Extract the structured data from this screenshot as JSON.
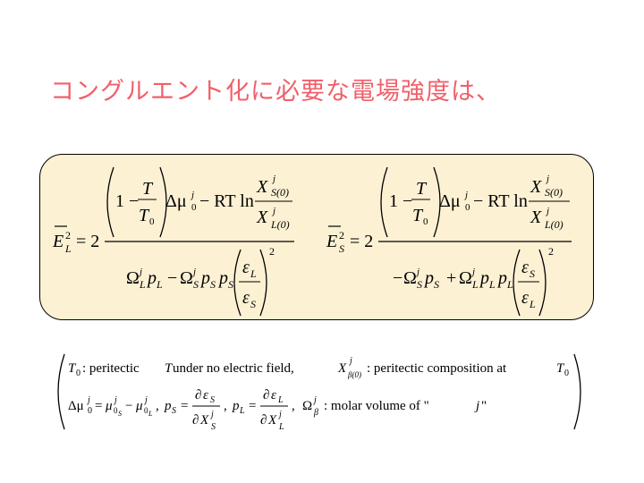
{
  "title": "コングルエント化に必要な電場強度は、",
  "eq_L": {
    "lhs_E": "E",
    "lhs_sub": "L",
    "lhs_sup": "2",
    "eq_two": "= 2",
    "one_minus": "1 −",
    "T": "T",
    "T0": "T",
    "zero": "0",
    "dmu": "Δμ",
    "j": "j",
    "minus_RT_ln": "− RT ln",
    "X": "X",
    "num_sub": "S(0)",
    "den_sub": "L(0)",
    "Omega": "Ω",
    "p": "p",
    "eps": "ε",
    "L": "L",
    "S": "S",
    "minus": "−",
    "two": "2"
  },
  "eq_S": {
    "lhs_E": "E",
    "lhs_sub": "S",
    "lhs_sup": "2",
    "eq_two": "= 2",
    "neg": "−",
    "plus": "+"
  },
  "defs": {
    "line1_a": ":  peritectic ",
    "line1_T": "T",
    "line1_b": " under no electric field, ",
    "line1_c": ":  peritectic composition at ",
    "beta0": "β(0)",
    "line2_p": "p",
    "line2_eps": "ε",
    "line2_d": "∂",
    "line2_molar": ":  molar volume of \" ",
    "line2_j": "j",
    "line2_quote": "\"",
    "comma": ",",
    "eq": "=",
    "mu": "μ",
    "zeroS": "0",
    "zeroL": "0"
  }
}
